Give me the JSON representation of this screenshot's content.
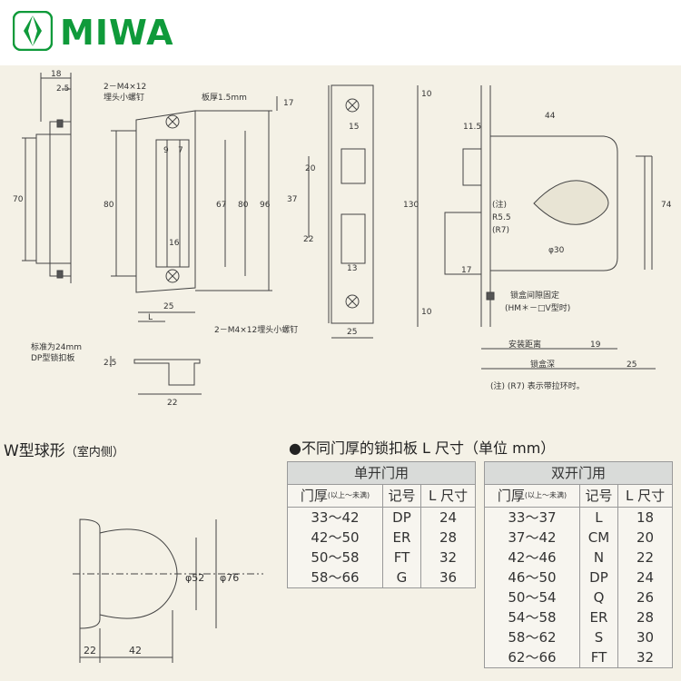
{
  "brand": {
    "name": "MIWA",
    "color": "#0f9a3a"
  },
  "drawing_labels": {
    "dim_18": "18",
    "dim_2_5_top": "2.5",
    "dim_70": "70",
    "screw_top_line1": "2－M4×12",
    "screw_top_line2": "埋头小螺钉",
    "plate_thickness": "板厚1.5mm",
    "dim_17_top": "17",
    "dim_9": "9",
    "dim_7": "7",
    "dim_80_left": "80",
    "dim_67": "67",
    "dim_80_right": "80",
    "dim_96": "96",
    "dim_16": "16",
    "dim_25_strike": "25",
    "dim_L": "L",
    "screw_bottom": "2－M4×12埋头小螺钉",
    "dp_note_line1": "标准为24mm",
    "dp_note_line2": "DP型锁扣板",
    "dim_2_5_bottom": "2.5",
    "dim_22": "22",
    "dim_10_top": "10",
    "dim_15": "15",
    "dim_20": "20",
    "dim_37": "37",
    "dim_22_mid": "22",
    "dim_130": "130",
    "dim_13": "13",
    "dim_25_face": "25",
    "dim_10_bottom": "10",
    "dim_11_5": "11.5",
    "dim_44": "44",
    "dim_17_body": "17",
    "r_note1": "(注)",
    "r_note2": "R5.5",
    "r_note3": "(R7)",
    "dim_phi30": "φ30",
    "dim_74": "74",
    "gap_line1": "锁盒间隙固定",
    "gap_line2": "(HM＊－□V型时)",
    "install_distance": "安装距离",
    "dim_19": "19",
    "case_depth": "锁盒深",
    "dim_25_case": "25",
    "footnote": "(注) (R7) 表示带拉环时。",
    "knob_phi52": "φ52",
    "knob_phi76": "φ76",
    "knob_22": "22",
    "knob_42": "42"
  },
  "section_title": {
    "main": "W型球形",
    "sub": "（室内侧）"
  },
  "table_title": "●不同门厚的锁扣板 L 尺寸（单位 mm）",
  "single_door": {
    "title": "单开门用",
    "headers": {
      "thickness": "门厚",
      "thickness_sup": "(以上～未满)",
      "code": "记号",
      "size": "L 尺寸"
    },
    "rows": [
      {
        "range": "33～42",
        "code": "DP",
        "size": "24"
      },
      {
        "range": "42～50",
        "code": "ER",
        "size": "28"
      },
      {
        "range": "50～58",
        "code": "FT",
        "size": "32"
      },
      {
        "range": "58～66",
        "code": "G",
        "size": "36"
      }
    ]
  },
  "double_door": {
    "title": "双开门用",
    "headers": {
      "thickness": "门厚",
      "thickness_sup": "(以上～未满)",
      "code": "记号",
      "size": "L 尺寸"
    },
    "rows": [
      {
        "range": "33～37",
        "code": "L",
        "size": "18"
      },
      {
        "range": "37～42",
        "code": "CM",
        "size": "20"
      },
      {
        "range": "42～46",
        "code": "N",
        "size": "22"
      },
      {
        "range": "46～50",
        "code": "DP",
        "size": "24"
      },
      {
        "range": "50～54",
        "code": "Q",
        "size": "26"
      },
      {
        "range": "54～58",
        "code": "ER",
        "size": "28"
      },
      {
        "range": "58～62",
        "code": "S",
        "size": "30"
      },
      {
        "range": "62～66",
        "code": "FT",
        "size": "32"
      }
    ]
  }
}
